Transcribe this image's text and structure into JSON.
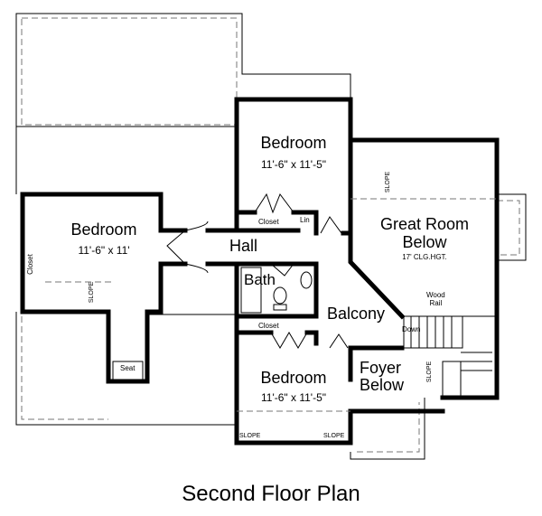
{
  "title": "Second Floor Plan",
  "rooms": {
    "bedroom_top": {
      "name": "Bedroom",
      "size": "11'-6\" x 11'-5\""
    },
    "bedroom_left": {
      "name": "Bedroom",
      "size": "11'-6\" x 11'"
    },
    "bedroom_bottom": {
      "name": "Bedroom",
      "size": "11'-6\" x 11'-5\""
    },
    "great_room": {
      "name_line1": "Great Room",
      "name_line2": "Below",
      "ceiling": "17' CLG.HGT."
    },
    "hall": "Hall",
    "bath": "Bath",
    "balcony": "Balcony",
    "foyer": {
      "line1": "Foyer",
      "line2": "Below"
    },
    "closet_top": "Closet",
    "linen": "Lin",
    "closet_left": "Closet",
    "closet_bottom": "Closet",
    "seat": "Seat"
  },
  "annotations": {
    "slope": "SLOPE",
    "wood_rail_1": "Wood",
    "wood_rail_2": "Rail",
    "down": "Down"
  }
}
